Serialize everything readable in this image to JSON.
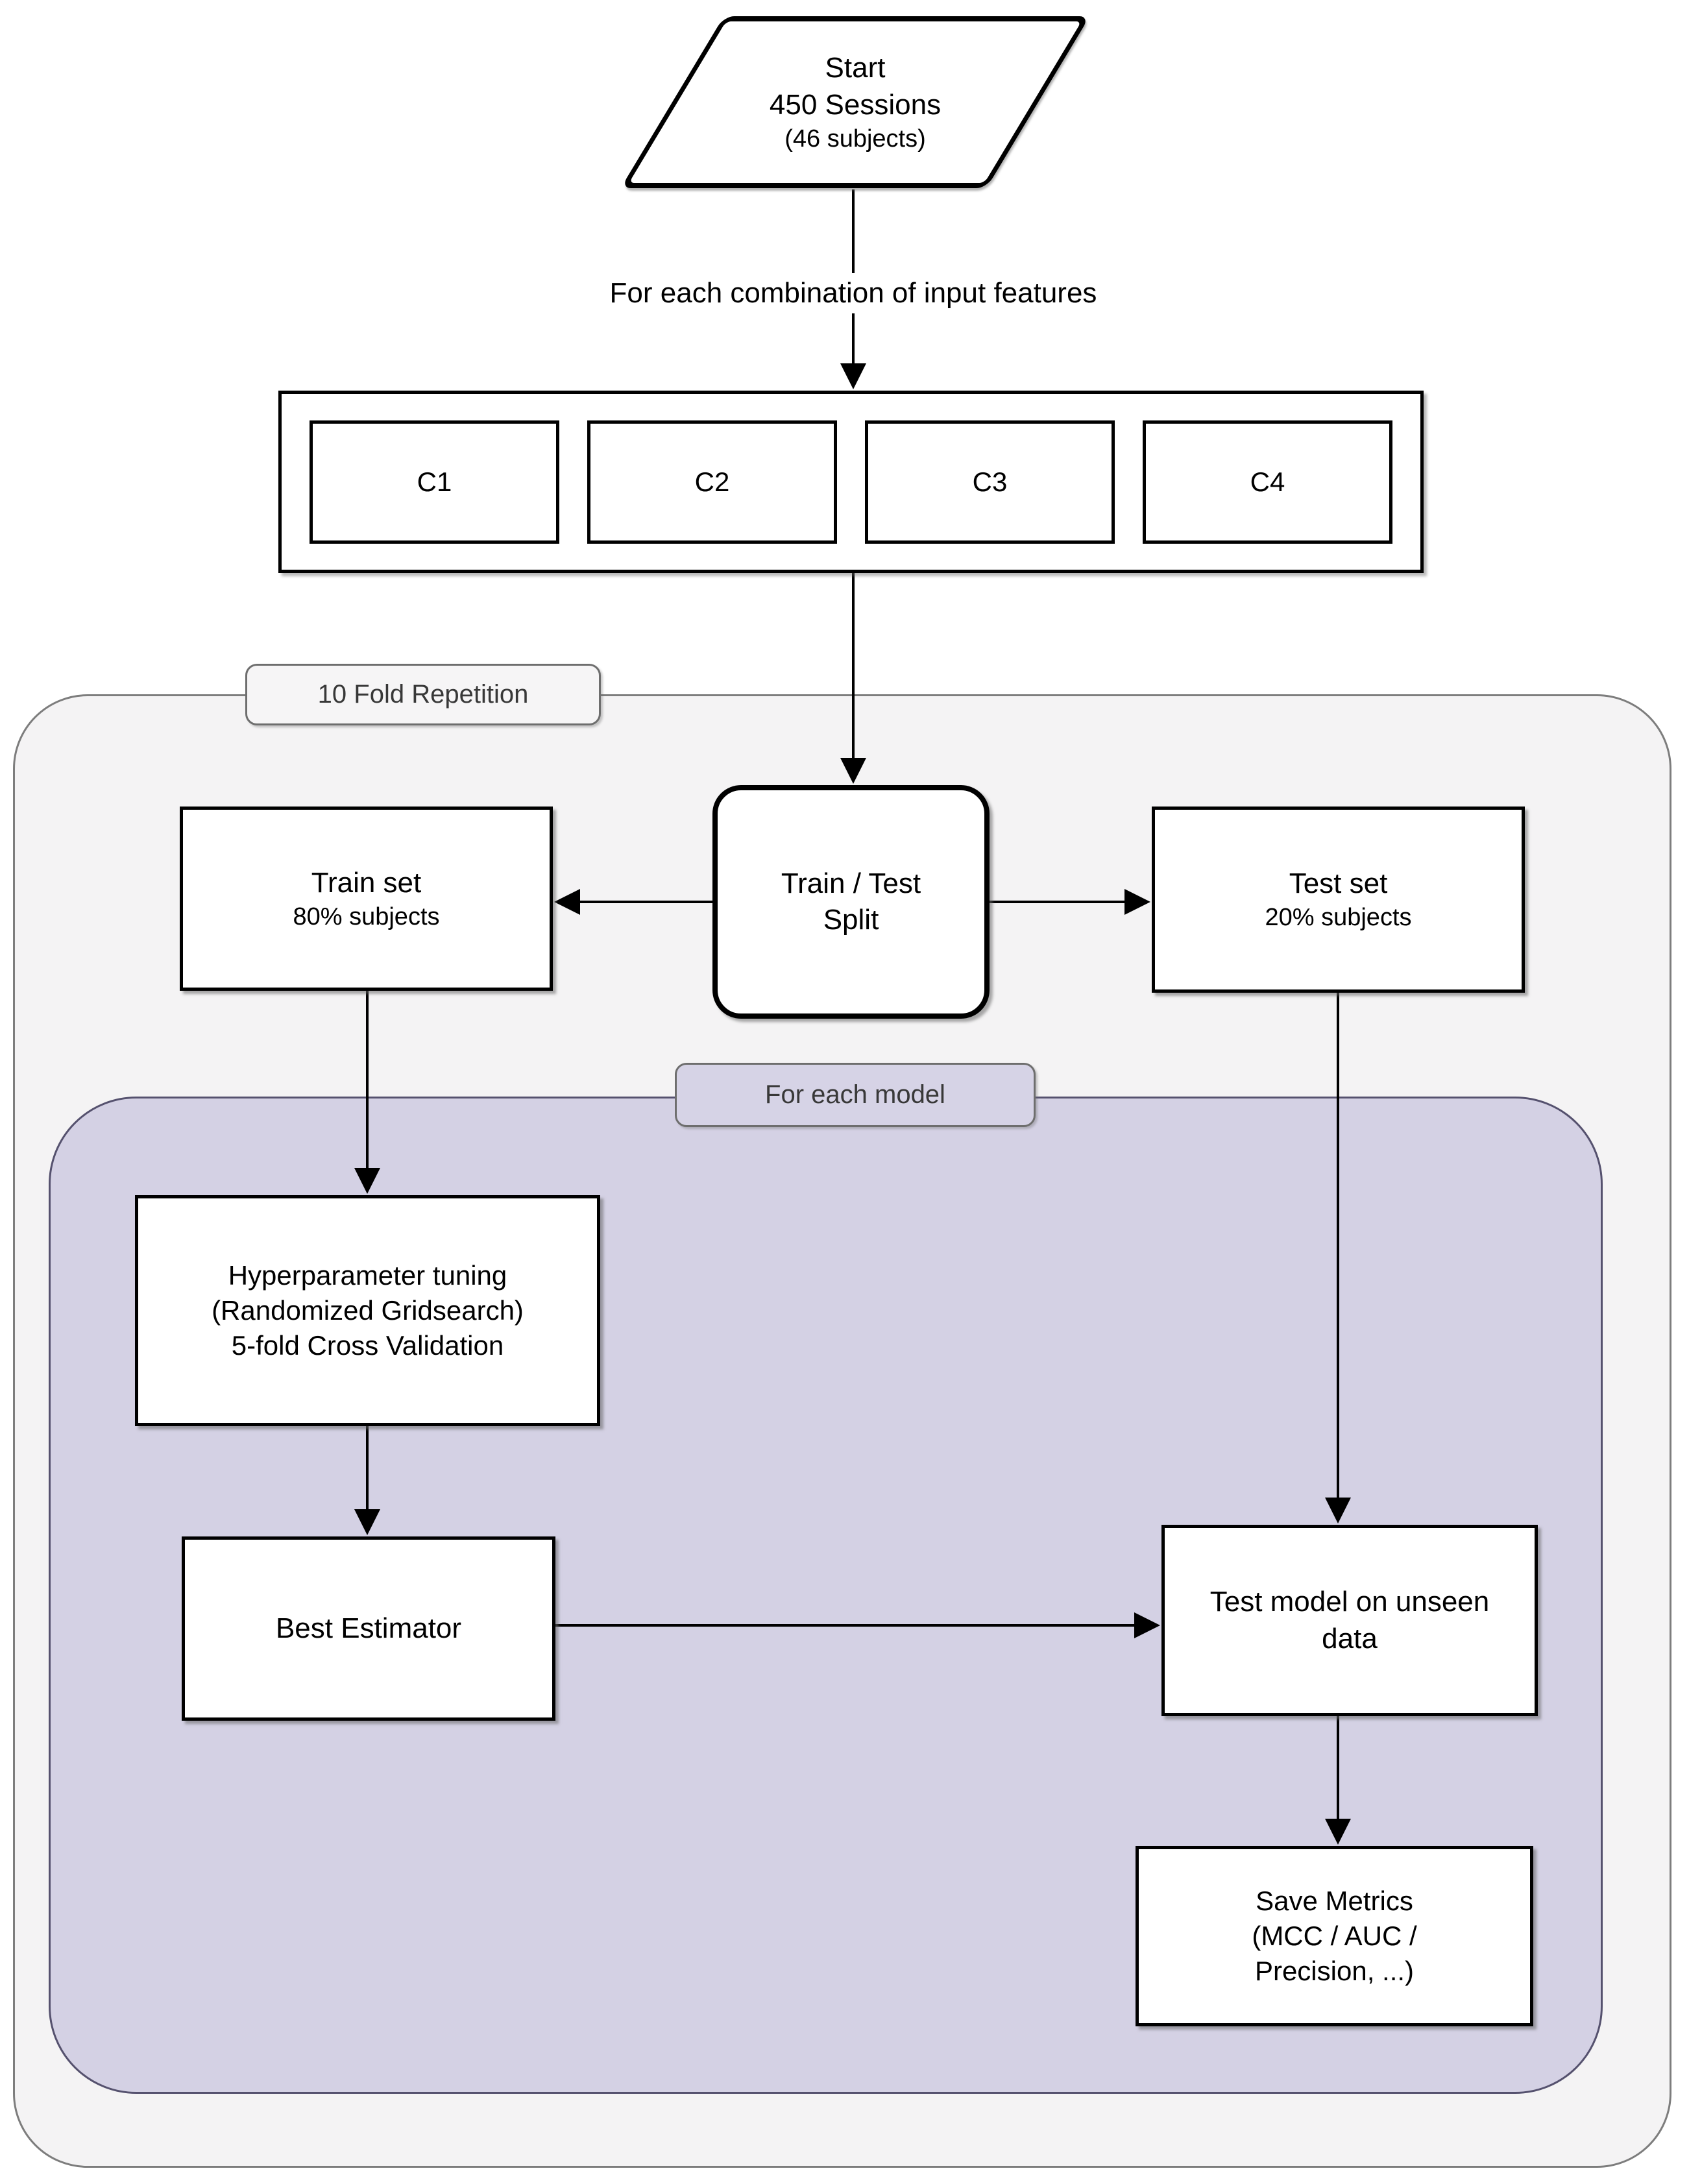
{
  "diagram": {
    "start": {
      "line1": "Start",
      "line2": "450 Sessions",
      "line3": "(46 subjects)"
    },
    "edge_label_features": "For each combination of input features",
    "combinations": {
      "items": [
        {
          "label": "C1"
        },
        {
          "label": "C2"
        },
        {
          "label": "C3"
        },
        {
          "label": "C4"
        }
      ]
    },
    "fold_container": {
      "label": "10 Fold Repetition"
    },
    "split": {
      "line1": "Train / Test",
      "line2": "Split"
    },
    "train_set": {
      "title": "Train set",
      "subtitle": "80% subjects"
    },
    "test_set": {
      "title": "Test set",
      "subtitle": "20% subjects"
    },
    "model_container": {
      "label": "For each model"
    },
    "hyperparameter": {
      "line1": "Hyperparameter tuning",
      "line2": "(Randomized Gridsearch)",
      "line3": "5-fold Cross Validation"
    },
    "best_estimator": {
      "title": "Best Estimator"
    },
    "test_model": {
      "line1": "Test model on unseen",
      "line2": "data"
    },
    "save_metrics": {
      "line1": "Save Metrics",
      "line2": "(MCC / AUC /",
      "line3": "Precision, ...)"
    },
    "colors": {
      "purple_fill": "#d4d1e4",
      "purple_border": "#55516e",
      "gray_fill": "#f4f3f4",
      "gray_border": "#7d7d7d",
      "box_border": "#000000",
      "arrow": "#000000"
    }
  }
}
